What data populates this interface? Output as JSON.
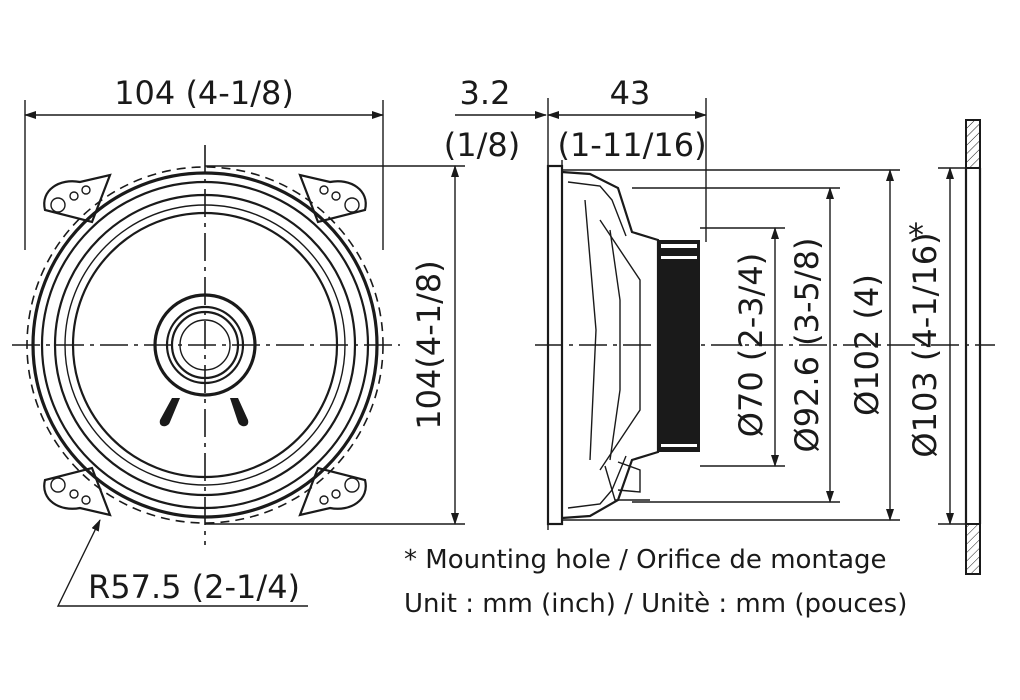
{
  "dimensions": {
    "width_front": "104 (4-1/8)",
    "height_front": "104(4-1/8)",
    "flange_thickness_top": "3.2",
    "flange_thickness_bottom": "(1/8)",
    "depth_top": "43",
    "depth_bottom": "(1-11/16)",
    "dia_magnet": "Ø70 (2-3/4)",
    "dia_basket": "Ø92.6 (3-5/8)",
    "dia_outer": "Ø102 (4)",
    "dia_mount_hole": "Ø103 (4-1/16)",
    "asterisk": "*",
    "radius": "R57.5 (2-1/4)"
  },
  "notes": {
    "mounting_hole": "* Mounting hole / Orifice de montage",
    "unit": "Unit : mm (inch) / Unitè : mm (pouces)"
  },
  "icons": {
    "arrowhead": "filled-triangle-arrow-icon"
  }
}
